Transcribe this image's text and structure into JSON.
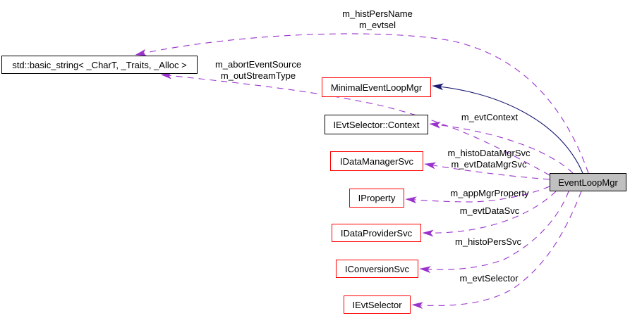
{
  "diagram": {
    "type": "collaboration-graph",
    "main_class": "EventLoopMgr",
    "colors": {
      "usage_edge": "#9a32cd",
      "inheritance_edge": "#191970",
      "node_border_black": "#000000",
      "node_border_red": "#ff0000",
      "main_node_fill": "#c0c0c0",
      "background": "#ffffff",
      "text": "#000000"
    },
    "nodes": {
      "basic_string": {
        "label": "std::basic_string< _CharT, _Traits, _Alloc >"
      },
      "minimal_event_loop_mgr": {
        "label": "MinimalEventLoopMgr"
      },
      "evt_selector_context": {
        "label": "IEvtSelector::Context"
      },
      "idata_manager_svc": {
        "label": "IDataManagerSvc"
      },
      "iproperty": {
        "label": "IProperty"
      },
      "idata_provider_svc": {
        "label": "IDataProviderSvc"
      },
      "iconversion_svc": {
        "label": "IConversionSvc"
      },
      "ievt_selector": {
        "label": "IEvtSelector"
      },
      "event_loop_mgr": {
        "label": "EventLoopMgr"
      }
    },
    "edge_labels": {
      "hist_pers": {
        "line1": "m_histPersName",
        "line2": "m_evtsel"
      },
      "abort_event": {
        "line1": "m_abortEventSource",
        "line2": "m_outStreamType"
      },
      "evt_context": {
        "label": "m_evtContext"
      },
      "data_mgr": {
        "line1": "m_histoDataMgrSvc",
        "line2": "m_evtDataMgrSvc"
      },
      "app_mgr_property": {
        "label": "m_appMgrProperty"
      },
      "evt_data_svc": {
        "label": "m_evtDataSvc"
      },
      "histo_pers_svc": {
        "label": "m_histoPersSvc"
      },
      "evt_selector": {
        "label": "m_evtSelector"
      }
    }
  }
}
